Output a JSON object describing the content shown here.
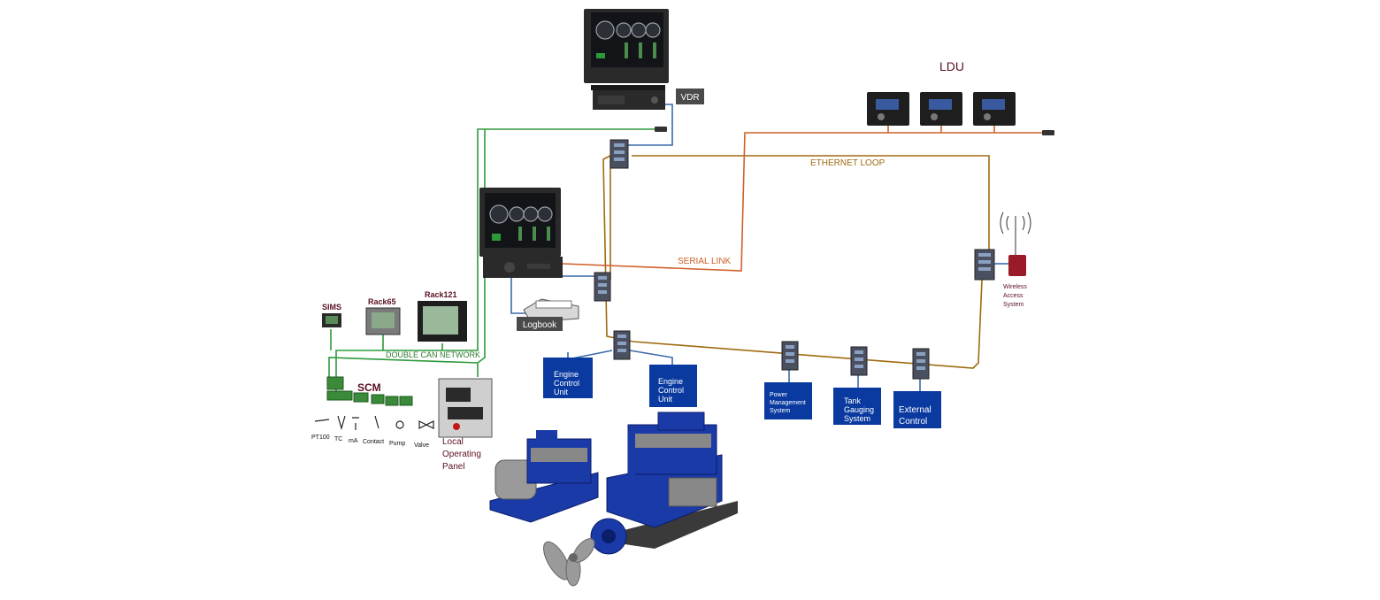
{
  "labels": {
    "vdr": "VDR",
    "ldu": "LDU",
    "ethernet_loop": "ETHERNET LOOP",
    "serial_link": "SERIAL LINK",
    "double_can_network": "DOUBLE CAN NETWORK",
    "sims": "SIMS",
    "rack65": "Rack65",
    "rack121": "Rack121",
    "scm": "SCM",
    "logbook": "Logbook",
    "wireless_access_system": [
      "Wireless",
      "Access",
      "System"
    ],
    "local_operating_panel": [
      "Local",
      "Operating",
      "Panel"
    ]
  },
  "boxes": {
    "engine_control_unit_1": [
      "Engine",
      "Control",
      "Unit"
    ],
    "engine_control_unit_2": [
      "Engine",
      "Control",
      "Unit"
    ],
    "power_management_system": [
      "Power",
      "Management",
      "System"
    ],
    "tank_gauging_system": [
      "Tank",
      "Gauging",
      "System"
    ],
    "external_control": [
      "External",
      "Control"
    ]
  },
  "sensors": [
    "PT100",
    "TC",
    "mA",
    "Contact",
    "Pump",
    "Valve"
  ],
  "colors": {
    "can_network": "#2e9a3c",
    "ethernet_loop": "#a06a10",
    "serial_link": "#d0602a",
    "blue_link": "#3a6aaa",
    "box_blue": "#0a3aa0",
    "engine_blue": "#1a3aa8",
    "label_dark": "#5a1020"
  },
  "icons": [
    "monitor-icon",
    "switch-icon",
    "printer-icon",
    "antenna-icon",
    "engine-icon",
    "propeller-icon"
  ]
}
